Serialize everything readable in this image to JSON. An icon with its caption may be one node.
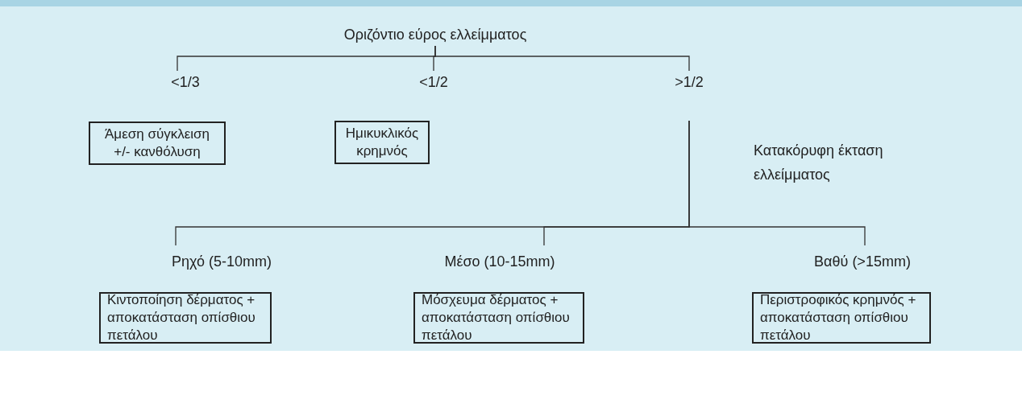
{
  "diagram": {
    "nodes": [
      {
        "text": [
          "Οριζόντιο εύρος ελλείμματος"
        ]
      },
      {
        "text": [
          "<1/3"
        ]
      },
      {
        "text": [
          "<1/2"
        ]
      },
      {
        "text": [
          ">1/2"
        ]
      },
      {
        "text": [
          "Άμεση σύγκλειση +/- κανθόλυση"
        ]
      },
      {
        "text": [
          "Ημικυκλικός κρημνός"
        ]
      },
      {
        "text": [
          "Ρηχό (5-10mm)"
        ]
      },
      {
        "text": [
          "Μέσο (10-15mm)"
        ]
      },
      {
        "text": [
          "Βαθύ (>15mm)"
        ]
      },
      {
        "text": [
          "Κιντοποίηση δέρματος + αποκατάσταση οπίσθιου πετάλου"
        ]
      },
      {
        "text": [
          "Μόσχευμα δέρματος + αποκατάσταση οπίσθιου πετάλου"
        ]
      },
      {
        "text": [
          "Περιστροφικός κρημνός + αποκατάσταση οπίσθιου πετάλου"
        ]
      }
    ],
    "edges": [
      {
        "from": 0,
        "to": 1,
        "arrow": "none"
      },
      {
        "from": 0,
        "to": 2,
        "arrow": "none"
      },
      {
        "from": 0,
        "to": 3,
        "arrow": "none"
      },
      {
        "from": 3,
        "to": 6,
        "arrow": "none"
      },
      {
        "from": 3,
        "to": 7,
        "arrow": "none"
      },
      {
        "from": 3,
        "to": 8,
        "arrow": "none"
      }
    ],
    "labels": [
      "Κατακόρυφη έκταση ελλείμματος"
    ]
  }
}
